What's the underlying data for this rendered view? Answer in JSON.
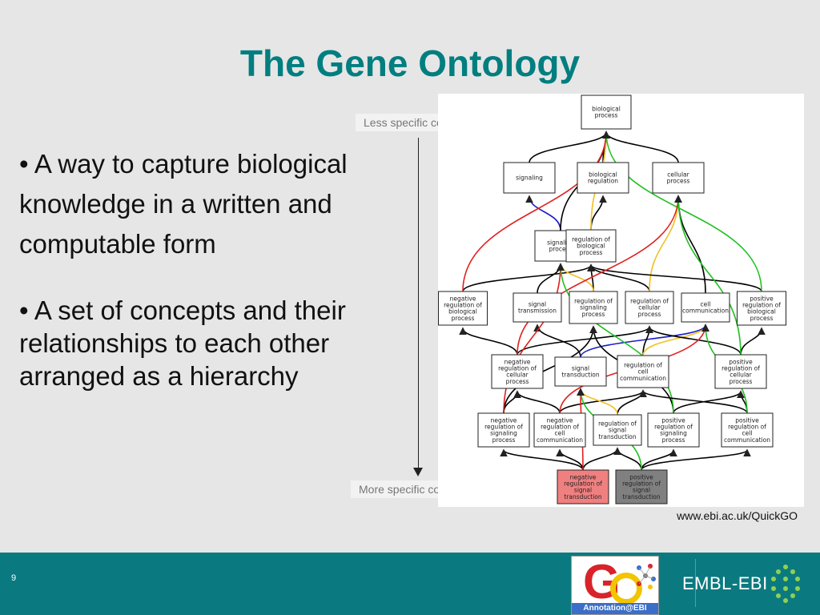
{
  "title": "The Gene Ontology",
  "bullets": [
    "• A way to capture biological knowledge in a written and computable form",
    "• A set of concepts and their relationships to each other arranged as a hierarchy"
  ],
  "labels": {
    "less_specific": "Less specific concepts",
    "more_specific": "More specific concepts",
    "source": "www.ebi.ac.uk/QuickGO"
  },
  "page_number": "9",
  "logos": {
    "go_caption": "Annotation@EBI",
    "embl": "EMBL-EBI"
  },
  "colors": {
    "title": "#007e80",
    "footer": "#0b7a80",
    "is_a": "#000000",
    "part_of": "#1a1ac8",
    "regulates": "#f0c020",
    "negatively_regulates": "#e02020",
    "positively_regulates": "#20c020",
    "highlight_negative": "#f08080",
    "highlight_positive": "#808080"
  },
  "diagram": {
    "nodes": [
      {
        "id": "bp",
        "lines": [
          "biological",
          "process"
        ]
      },
      {
        "id": "sig",
        "lines": [
          "signaling"
        ]
      },
      {
        "id": "breg",
        "lines": [
          "biological",
          "regulation"
        ]
      },
      {
        "id": "cp",
        "lines": [
          "cellular",
          "process"
        ]
      },
      {
        "id": "sigp",
        "lines": [
          "signaling",
          "process"
        ]
      },
      {
        "id": "rbp",
        "lines": [
          "regulation of",
          "biological",
          "process"
        ]
      },
      {
        "id": "nrbp",
        "lines": [
          "negative",
          "regulation of",
          "biological",
          "process"
        ]
      },
      {
        "id": "st",
        "lines": [
          "signal",
          "transmission"
        ]
      },
      {
        "id": "rsp",
        "lines": [
          "regulation of",
          "signaling",
          "process"
        ]
      },
      {
        "id": "rcp",
        "lines": [
          "regulation of",
          "cellular",
          "process"
        ]
      },
      {
        "id": "cc",
        "lines": [
          "cell",
          "communication"
        ]
      },
      {
        "id": "prbp",
        "lines": [
          "positive",
          "regulation of",
          "biological",
          "process"
        ]
      },
      {
        "id": "nrcp",
        "lines": [
          "negative",
          "regulation of",
          "cellular",
          "process"
        ]
      },
      {
        "id": "std",
        "lines": [
          "signal",
          "transduction"
        ]
      },
      {
        "id": "rcc",
        "lines": [
          "regulation of",
          "cell",
          "communication"
        ]
      },
      {
        "id": "prcp",
        "lines": [
          "positive",
          "regulation of",
          "cellular",
          "process"
        ]
      },
      {
        "id": "nrsp",
        "lines": [
          "negative",
          "regulation of",
          "signaling",
          "process"
        ]
      },
      {
        "id": "nrcc",
        "lines": [
          "negative",
          "regulation of",
          "cell",
          "communication"
        ]
      },
      {
        "id": "rst",
        "lines": [
          "regulation of",
          "signal",
          "transduction"
        ]
      },
      {
        "id": "prsp",
        "lines": [
          "positive",
          "regulation of",
          "signaling",
          "process"
        ]
      },
      {
        "id": "prcc",
        "lines": [
          "positive",
          "regulation of",
          "cell",
          "communication"
        ]
      },
      {
        "id": "nrst",
        "lines": [
          "negative",
          "regulation of",
          "signal",
          "transduction"
        ]
      },
      {
        "id": "prst",
        "lines": [
          "positive",
          "regulation of",
          "signal",
          "transduction"
        ]
      }
    ],
    "edges": [
      [
        "sig",
        "bp",
        "is_a"
      ],
      [
        "breg",
        "bp",
        "is_a"
      ],
      [
        "cp",
        "bp",
        "is_a"
      ],
      [
        "sigp",
        "sig",
        "part_of"
      ],
      [
        "sigp",
        "bp",
        "is_a"
      ],
      [
        "rbp",
        "breg",
        "is_a"
      ],
      [
        "rbp",
        "bp",
        "regulates"
      ],
      [
        "nrbp",
        "rbp",
        "is_a"
      ],
      [
        "nrbp",
        "bp",
        "negatively_regulates"
      ],
      [
        "st",
        "sigp",
        "is_a"
      ],
      [
        "rsp",
        "rbp",
        "is_a"
      ],
      [
        "rsp",
        "sigp",
        "regulates"
      ],
      [
        "rcp",
        "rbp",
        "is_a"
      ],
      [
        "rcp",
        "cp",
        "regulates"
      ],
      [
        "cc",
        "cp",
        "is_a"
      ],
      [
        "prbp",
        "rbp",
        "is_a"
      ],
      [
        "prbp",
        "bp",
        "positively_regulates"
      ],
      [
        "nrcp",
        "nrbp",
        "is_a"
      ],
      [
        "nrcp",
        "rcp",
        "is_a"
      ],
      [
        "nrcp",
        "cp",
        "negatively_regulates"
      ],
      [
        "std",
        "st",
        "is_a"
      ],
      [
        "std",
        "cc",
        "part_of"
      ],
      [
        "rcc",
        "rcp",
        "is_a"
      ],
      [
        "rcc",
        "cc",
        "regulates"
      ],
      [
        "prcp",
        "rcp",
        "is_a"
      ],
      [
        "prcp",
        "prbp",
        "is_a"
      ],
      [
        "prcp",
        "cp",
        "positively_regulates"
      ],
      [
        "nrsp",
        "nrcp",
        "is_a"
      ],
      [
        "nrsp",
        "rsp",
        "is_a"
      ],
      [
        "nrsp",
        "sigp",
        "negatively_regulates"
      ],
      [
        "nrcc",
        "nrcp",
        "is_a"
      ],
      [
        "nrcc",
        "rcc",
        "is_a"
      ],
      [
        "nrcc",
        "cc",
        "negatively_regulates"
      ],
      [
        "rst",
        "rcc",
        "is_a"
      ],
      [
        "rst",
        "std",
        "regulates"
      ],
      [
        "prsp",
        "rsp",
        "is_a"
      ],
      [
        "prsp",
        "prcp",
        "is_a"
      ],
      [
        "prsp",
        "sigp",
        "positively_regulates"
      ],
      [
        "prcc",
        "rcc",
        "is_a"
      ],
      [
        "prcc",
        "prcp",
        "is_a"
      ],
      [
        "prcc",
        "cc",
        "positively_regulates"
      ],
      [
        "nrst",
        "nrsp",
        "is_a"
      ],
      [
        "nrst",
        "nrcc",
        "is_a"
      ],
      [
        "nrst",
        "rst",
        "is_a"
      ],
      [
        "nrst",
        "std",
        "negatively_regulates"
      ],
      [
        "prst",
        "prsp",
        "is_a"
      ],
      [
        "prst",
        "prcc",
        "is_a"
      ],
      [
        "prst",
        "rst",
        "is_a"
      ],
      [
        "prst",
        "std",
        "positively_regulates"
      ]
    ],
    "highlighted": {
      "nrst": "highlight_negative",
      "prst": "highlight_positive"
    }
  }
}
